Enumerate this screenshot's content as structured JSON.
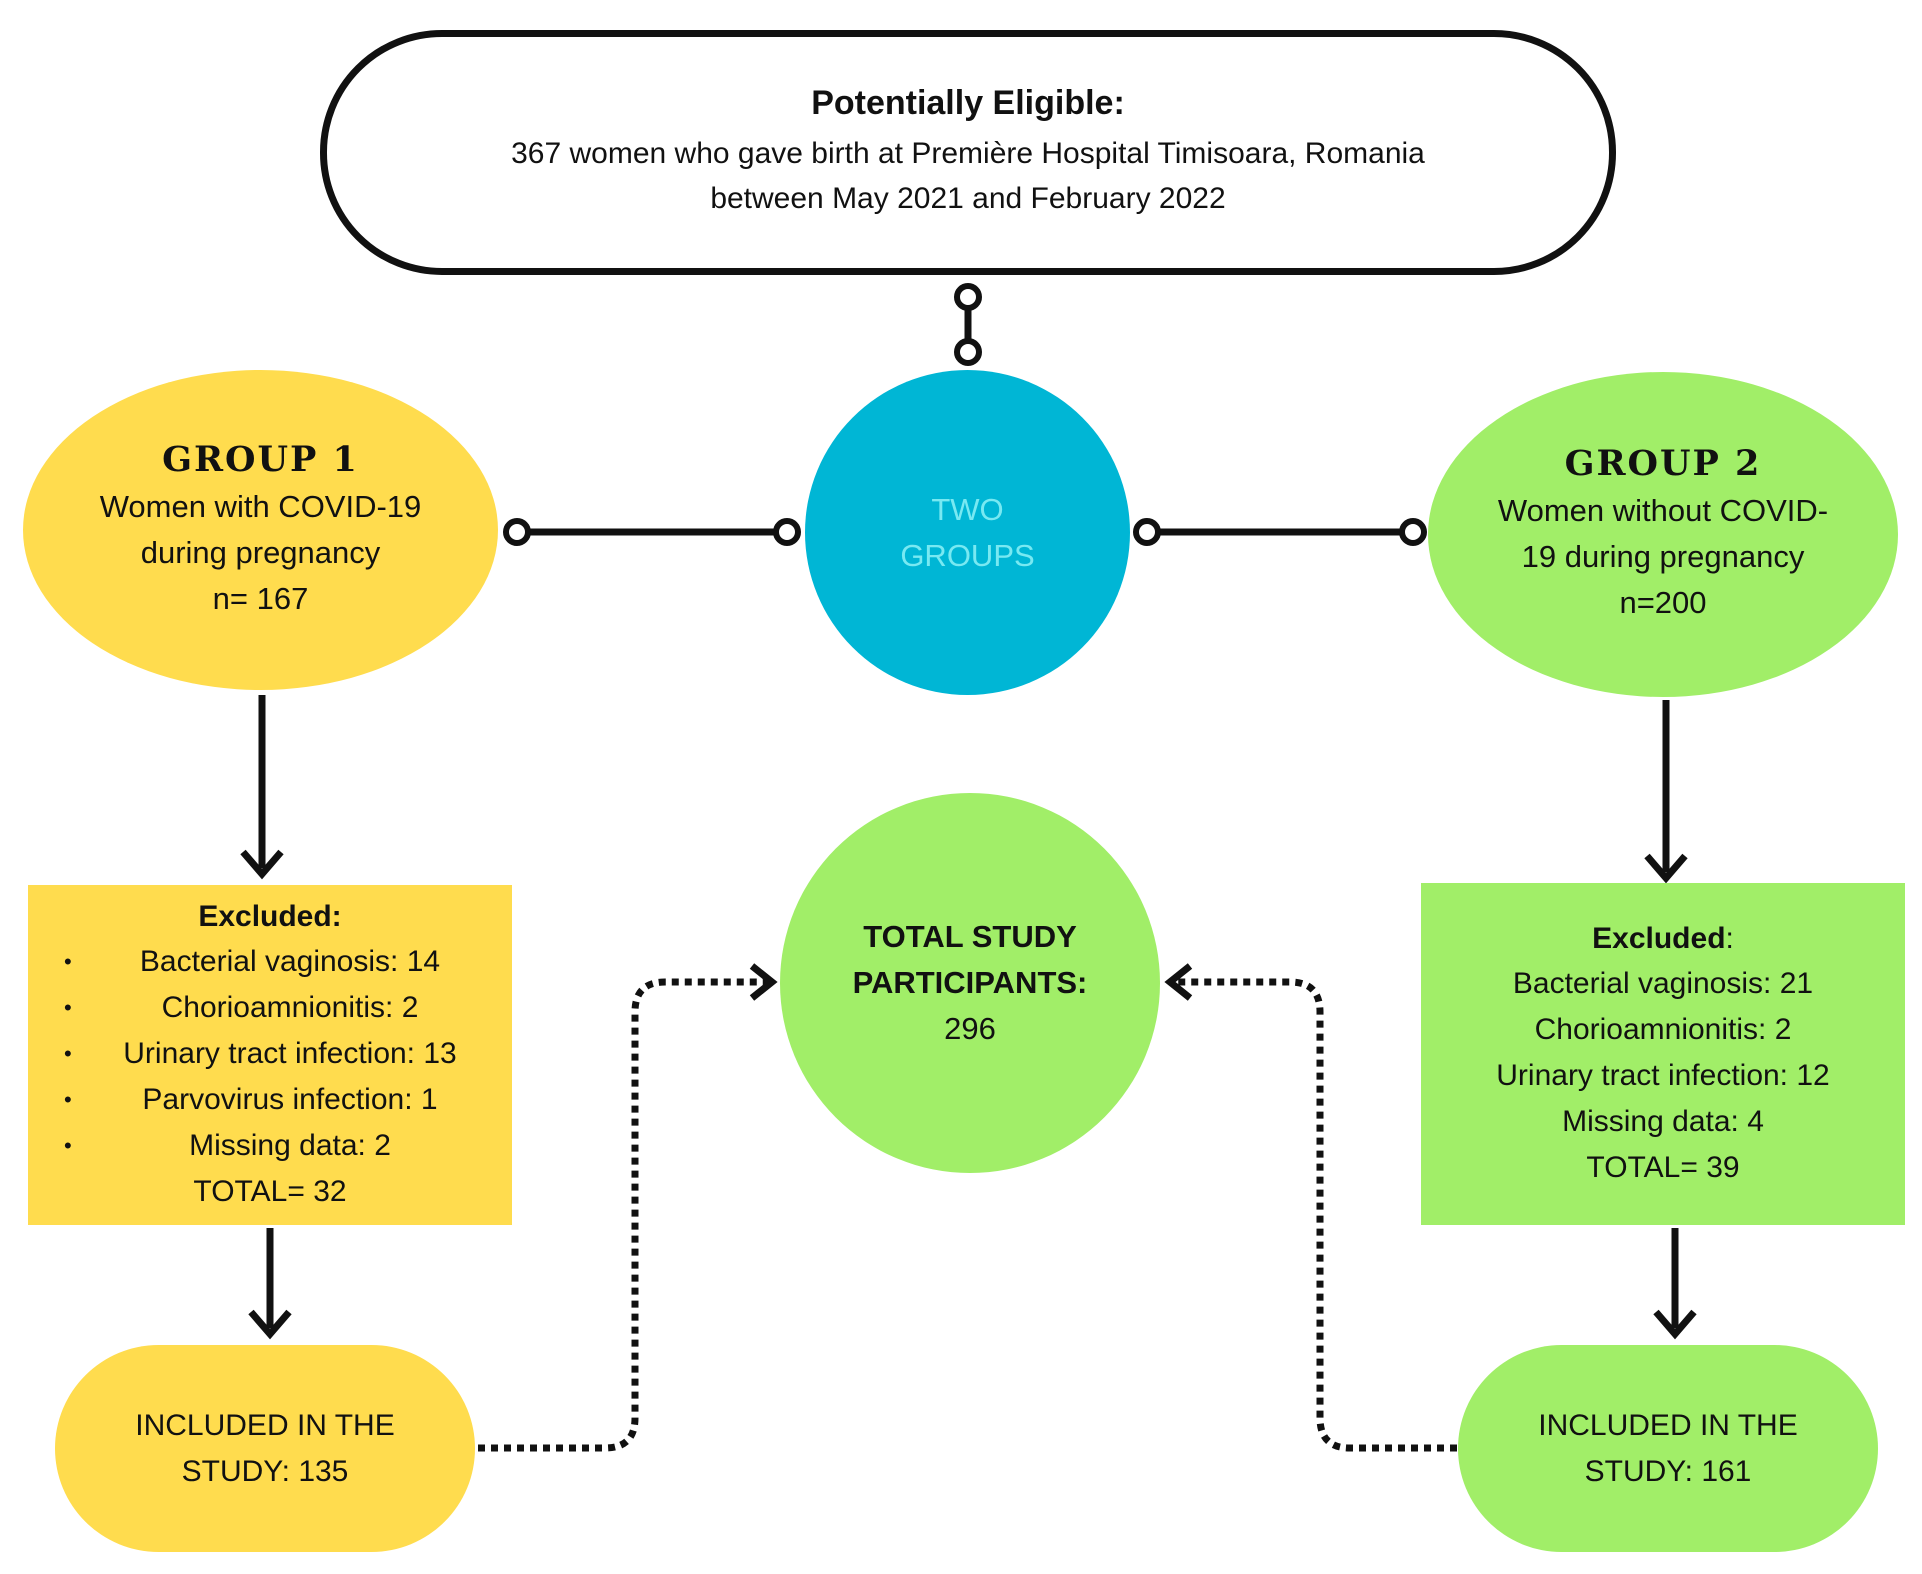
{
  "top": {
    "title": "Potentially Eligible:",
    "line1": "367 women who gave birth at Première Hospital Timisoara, Romania",
    "line2": "between May 2021 and February 2022"
  },
  "hub": {
    "line1": "TWO",
    "line2": "GROUPS"
  },
  "group1": {
    "title": "GROUP 1",
    "line1": "Women with COVID-19",
    "line2": "during pregnancy",
    "n": "n= 167"
  },
  "group2": {
    "title": "GROUP 2",
    "line1": "Women without COVID-",
    "line2": "19 during pregnancy",
    "n": "n=200"
  },
  "excluded1": {
    "title": "Excluded:",
    "items": [
      "Bacterial vaginosis: 14",
      "Chorioamnionitis: 2",
      "Urinary tract infection: 13",
      "Parvovirus infection: 1",
      "Missing data: 2"
    ],
    "bullet": "•",
    "total": "TOTAL= 32"
  },
  "excluded2": {
    "title": "Excluded",
    "title_colon": ":",
    "items": [
      "Bacterial vaginosis: 21",
      "Chorioamnionitis: 2",
      "Urinary tract infection: 12",
      "Missing data: 4"
    ],
    "total": "TOTAL= 39"
  },
  "included1": {
    "line1": "INCLUDED IN THE",
    "line2": "STUDY: 135"
  },
  "included2": {
    "line1": "INCLUDED IN THE",
    "line2": "STUDY: 161"
  },
  "total": {
    "line1": "TOTAL STUDY",
    "line2": "PARTICIPANTS:",
    "value": "296"
  },
  "colors": {
    "group1": "#ffdc4e",
    "group2": "#a1ee68",
    "hub": "#00b6d5",
    "hub_text": "#78e9f2",
    "line": "#111111"
  }
}
